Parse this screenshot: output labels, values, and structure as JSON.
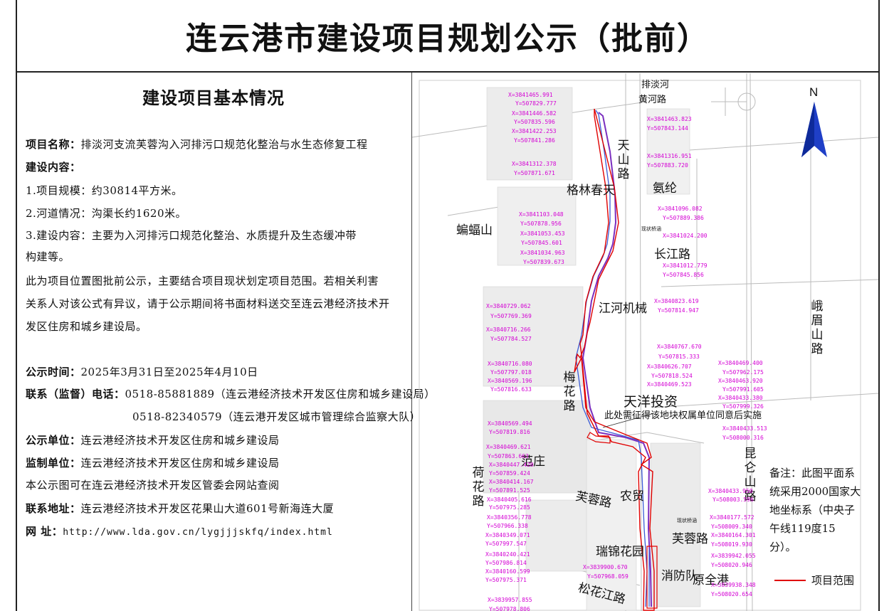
{
  "title": "连云港市建设项目规划公示（批前）",
  "left_panel": {
    "heading": "建设项目基本情况",
    "project_name_label": "项目名称：",
    "project_name": "排淡河支流芙蓉沟入河排污口规范化整治与水生态修复工程",
    "content_label": "建设内容：",
    "item1": "1.项目规模：约30814平方米。",
    "item2": "2.河道情况：沟渠长约1620米。",
    "item3a": "3.建设内容：主要为入河排污口规范化整治、水质提升及生态缓冲带",
    "item3b": "构建等。",
    "para1": "此为项目位置图批前公示，主要结合项目现状划定项目范围。若相关利害",
    "para2": "关系人对该公式有异议，请于公示期间将书面材料送交至连云港经济技术开",
    "para3": "发区住房和城乡建设局。",
    "time_label": "公示时间：",
    "time_value": "2025年3月31日至2025年4月10日",
    "contact_label": "联系（监督）电话：",
    "contact1": "0518-85881889（连云港经济技术开发区住房和城乡建设局）",
    "contact2": "0518-82340579（连云港开发区城市管理综合监察大队）",
    "publisher_label": "公示单位：",
    "publisher": "连云港经济技术开发区住房和城乡建设局",
    "supervisor_label": "监制单位：",
    "supervisor": "连云港经济技术开发区住房和城乡建设局",
    "website_note": "本公示图可在连云港经济技术开发区管委会网站查阅",
    "address_label": "联系地址：",
    "address": "连云港经济技术开发区花果山大道601号新海连大厦",
    "url_label": "网    址：",
    "url": "http://www.lda.gov.cn/lygjjjskfq/index.html"
  },
  "map": {
    "north": "N",
    "labels": {
      "paitanhe": "排淡河",
      "huanghelu": "黄河路",
      "tianshanlu": "天山路",
      "gelinchuntian": "格林春天",
      "anlun": "氨纶",
      "bianfushan": "蝙蝠山",
      "changjianglu": "长江路",
      "jianghejixie": "江河机械",
      "emeishanlu": "峨眉山路",
      "meihualu": "梅花路",
      "tianyangtouzi": "天洋投资",
      "expropriation_note": "此处需征得该地块权属单位同意后实施",
      "kunlunshanlu": "昆仑山路",
      "fanzhuang": "范庄",
      "hehualu": "荷花路",
      "furonglu": "芙蓉路",
      "nongmao": "农贸",
      "furonglu2": "芙蓉路",
      "ruijinhuayuan": "瑞锦花园",
      "xiaofangdui": "消防队",
      "yuanquangang": "原全港",
      "songhuajianglu": "松花江路",
      "xianzhuangqiaohan1": "现状桥涵",
      "xianzhuangqiaohan2": "现状桥涵"
    },
    "coords": [
      "X=3841465.991",
      "Y=507829.777",
      "X=3841446.582",
      "Y=507835.596",
      "X=3841422.253",
      "Y=507841.286",
      "X=3841312.378",
      "Y=507871.671",
      "X=3841463.823",
      "Y=507843.144",
      "X=3841316.951",
      "Y=507883.720",
      "X=3841103.048",
      "Y=507878.956",
      "X=3841053.453",
      "Y=507845.601",
      "X=3841034.963",
      "Y=507839.673",
      "X=3841096.082",
      "Y=507889.386",
      "X=3841024.200",
      "X=3841012.779",
      "Y=507845.856",
      "X=3840823.619",
      "Y=507814.947",
      "X=3840729.062",
      "Y=507769.369",
      "X=3840716.266",
      "Y=507784.527",
      "X=3840716.080",
      "Y=507797.018",
      "X=3840569.196",
      "Y=507816.633",
      "X=3840767.670",
      "Y=507815.333",
      "X=3840626.707",
      "Y=507818.524",
      "X=3840469.523",
      "X=3840469.400",
      "Y=507962.175",
      "X=3840463.920",
      "Y=507991.605",
      "X=3840433.380",
      "Y=507999.326",
      "X=3840433.513",
      "Y=508000.316",
      "X=3840569.494",
      "Y=507819.816",
      "X=3840469.621",
      "Y=507863.663",
      "X=3840447.420",
      "Y=507859.424",
      "X=3840414.167",
      "Y=507891.525",
      "X=3840405.616",
      "Y=507975.285",
      "X=3840356.778",
      "Y=507966.338",
      "X=3840349.071",
      "Y=507997.547",
      "X=3840240.421",
      "Y=507986.814",
      "X=3840160.599",
      "Y=507975.371",
      "X=3840433.950",
      "Y=508003.596",
      "X=3840177.572",
      "Y=508009.340",
      "X=3840164.301",
      "Y=508019.930",
      "X=3839942.055",
      "Y=508020.946",
      "X=3839938.348",
      "Y=508020.654",
      "X=3839900.670",
      "Y=507968.059",
      "X=3839957.855",
      "Y=507978.806"
    ],
    "note": "备注：此图平面系统采用2000国家大地坐标系（中央子午线119度15分）。",
    "legend_label": "项目范围",
    "legend_color": "#e00000"
  }
}
